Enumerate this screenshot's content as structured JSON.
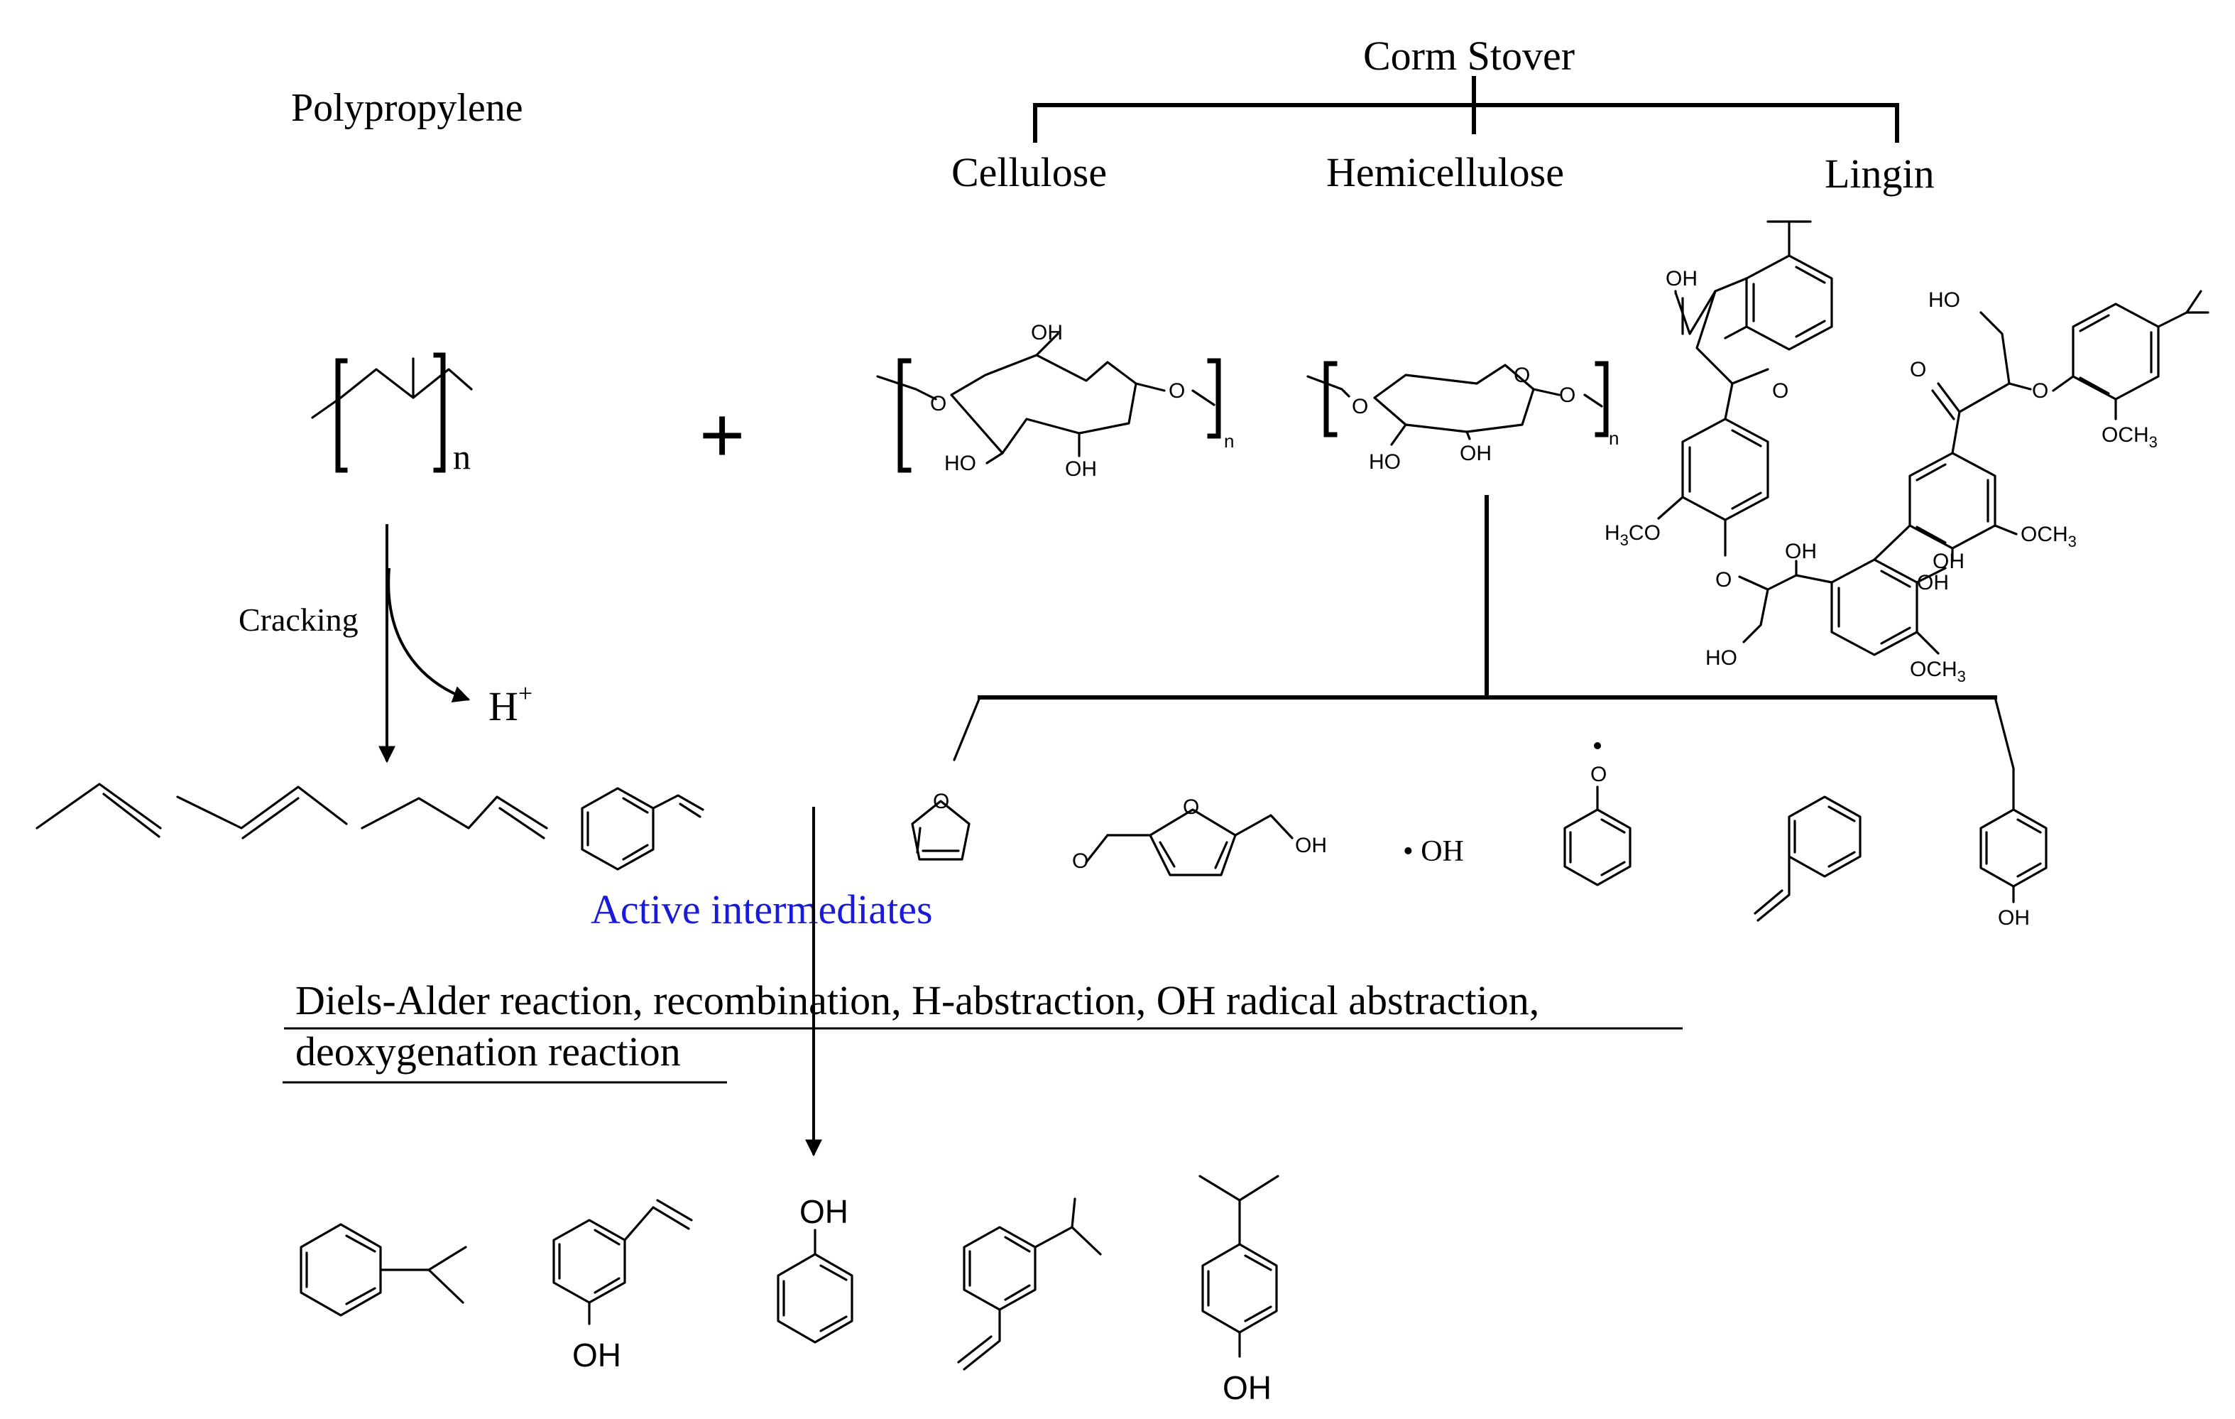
{
  "labels": {
    "polypropylene": "Polypropylene",
    "corn_stover": "Corm Stover",
    "cellulose": "Cellulose",
    "hemicellulose": "Hemicellulose",
    "lignin": "Lingin",
    "cracking": "Cracking",
    "proton": "H",
    "proton_charge": "+",
    "repeat_n": "n",
    "plus_sign": "+",
    "active_intermediates": "Active intermediates",
    "reactions_line1": "Diels-Alder reaction, recombination, H-abstraction, OH radical abstraction,",
    "reactions_line2": "deoxygenation reaction",
    "oh_radical": "• OH"
  },
  "atoms": {
    "oh": "OH",
    "ho": "HO",
    "o": "O",
    "n": "n",
    "och3": "OCH",
    "h3co": "H",
    "h3co_tail": "CO",
    "sub3": "3"
  },
  "colors": {
    "text": "#000000",
    "accent_blue": "#1a1adb",
    "background": "#ffffff"
  }
}
